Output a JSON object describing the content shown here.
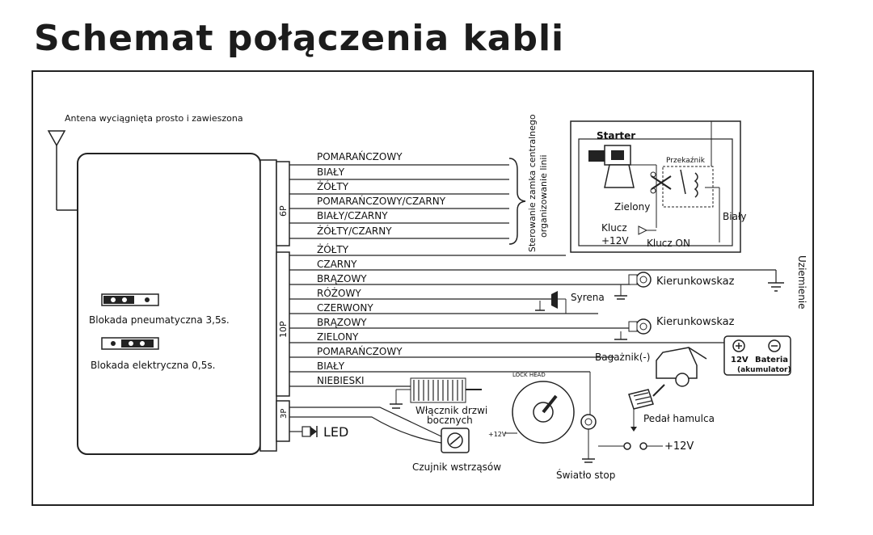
{
  "title": "Schemat połączenia kabli",
  "antenna_label": "Antena wyciągnięta prosto i zawieszona",
  "connectors": {
    "p6": "6P",
    "p10": "10P",
    "p3": "3P"
  },
  "wires_6p": [
    "POMARAŃCZOWY",
    "BIAŁY",
    "ŻÓŁTY",
    "POMARAŃCZOWY/CZARNY",
    "BIAŁY/CZARNY",
    "ŻÓŁTY/CZARNY"
  ],
  "wires_10p": [
    "ŻÓŁTY",
    "CZARNY",
    "BRĄZOWY",
    "RÓŻOWY",
    "CZERWONY",
    "BRĄZOWY",
    "ZIELONY",
    "POMARAŃCZOWY",
    "BIAŁY",
    "NIEBIESKI"
  ],
  "central_lock_label": [
    "Sterowanie zamka centralnego",
    "organizowanie linii"
  ],
  "starter_box": {
    "starter": "Starter",
    "relay": "Przekaźnik",
    "green": "Zielony",
    "white": "Biały",
    "key": "Klucz",
    "plus12": "+12V",
    "key_on": "Klucz ON"
  },
  "ground_label": "Uziemienie",
  "turn_signal_1": "Kierunkowskaz",
  "turn_signal_2": "Kierunkowskaz",
  "siren": "Syrena",
  "battery": {
    "volt": "12V",
    "name": "Bateria",
    "sub": "(akumulator)"
  },
  "trunk": "Bagażnik(-)",
  "door_switch": [
    "Włącznik drzwi",
    "bocznych"
  ],
  "brake_pedal": "Pedał hamulca",
  "brake_plus": "+12V",
  "stop_light": "Światło stop",
  "shock_sensor": "Czujnik wstrząsów",
  "led": "LED",
  "lock_pneumatic": "Blokada pneumatyczna 3,5s.",
  "lock_electric": "Blokada elektryczna 0,5s.",
  "ignition_labels": {
    "lockhead": "LOCK HEAD",
    "plus12": "+12V"
  }
}
